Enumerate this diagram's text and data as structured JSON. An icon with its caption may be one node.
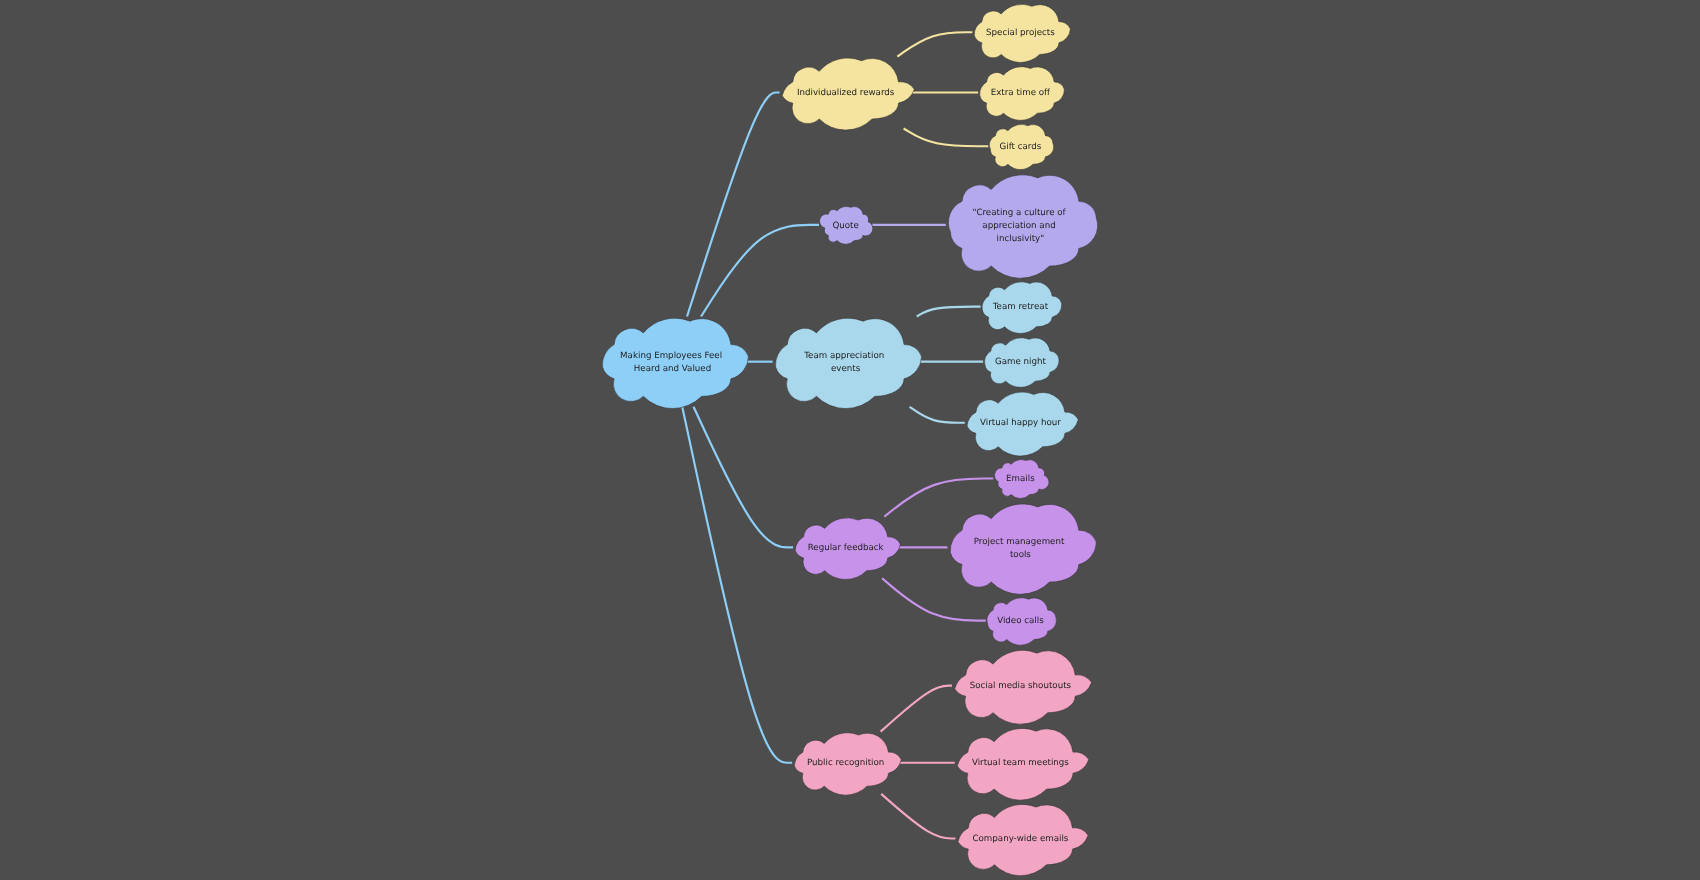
{
  "diagram": {
    "nodes": [
      {
        "text": [
          "Making Employees Feel Heard and Valued"
        ]
      },
      {
        "text": [
          "Individualized rewards"
        ]
      },
      {
        "text": [
          "Special projects"
        ]
      },
      {
        "text": [
          "Extra time off"
        ]
      },
      {
        "text": [
          "Gift cards"
        ]
      },
      {
        "text": [
          "Quote"
        ]
      },
      {
        "text": [
          "\"Creating a culture of appreciation and inclusivity\""
        ]
      },
      {
        "text": [
          "Team appreciation events"
        ]
      },
      {
        "text": [
          "Team retreat"
        ]
      },
      {
        "text": [
          "Game night"
        ]
      },
      {
        "text": [
          "Virtual happy hour"
        ]
      },
      {
        "text": [
          "Regular feedback"
        ]
      },
      {
        "text": [
          "Emails"
        ]
      },
      {
        "text": [
          "Project management tools"
        ]
      },
      {
        "text": [
          "Video calls"
        ]
      },
      {
        "text": [
          "Public recognition"
        ]
      },
      {
        "text": [
          "Social media shoutouts"
        ]
      },
      {
        "text": [
          "Virtual team meetings"
        ]
      },
      {
        "text": [
          "Company-wide emails"
        ]
      }
    ],
    "edges": [
      {
        "from": 0,
        "to": 1,
        "arrow": "none"
      },
      {
        "from": 1,
        "to": 2,
        "arrow": "none",
        "color": "#f5e4a0"
      },
      {
        "from": 1,
        "to": 3,
        "arrow": "none",
        "color": "#f5e4a0"
      },
      {
        "from": 1,
        "to": 4,
        "arrow": "none",
        "color": "#f5e4a0"
      },
      {
        "from": 0,
        "to": 5,
        "arrow": "none"
      },
      {
        "from": 5,
        "to": 6,
        "arrow": "none",
        "color": "#b4a9ec"
      },
      {
        "from": 0,
        "to": 7,
        "arrow": "none"
      },
      {
        "from": 7,
        "to": 8,
        "arrow": "none",
        "color": "#a9d8ec"
      },
      {
        "from": 7,
        "to": 9,
        "arrow": "none",
        "color": "#a9d8ec"
      },
      {
        "from": 7,
        "to": 10,
        "arrow": "none",
        "color": "#a9d8ec"
      },
      {
        "from": 0,
        "to": 11,
        "arrow": "none"
      },
      {
        "from": 11,
        "to": 12,
        "arrow": "none",
        "color": "#c792ea"
      },
      {
        "from": 11,
        "to": 13,
        "arrow": "none",
        "color": "#c792ea"
      },
      {
        "from": 11,
        "to": 14,
        "arrow": "none",
        "color": "#c792ea"
      },
      {
        "from": 0,
        "to": 15,
        "arrow": "none"
      },
      {
        "from": 15,
        "to": 16,
        "arrow": "none",
        "color": "#f3a6c4"
      },
      {
        "from": 15,
        "to": 17,
        "arrow": "none",
        "color": "#f3a6c4"
      },
      {
        "from": 15,
        "to": 18,
        "arrow": "none",
        "color": "#f3a6c4"
      }
    ]
  }
}
